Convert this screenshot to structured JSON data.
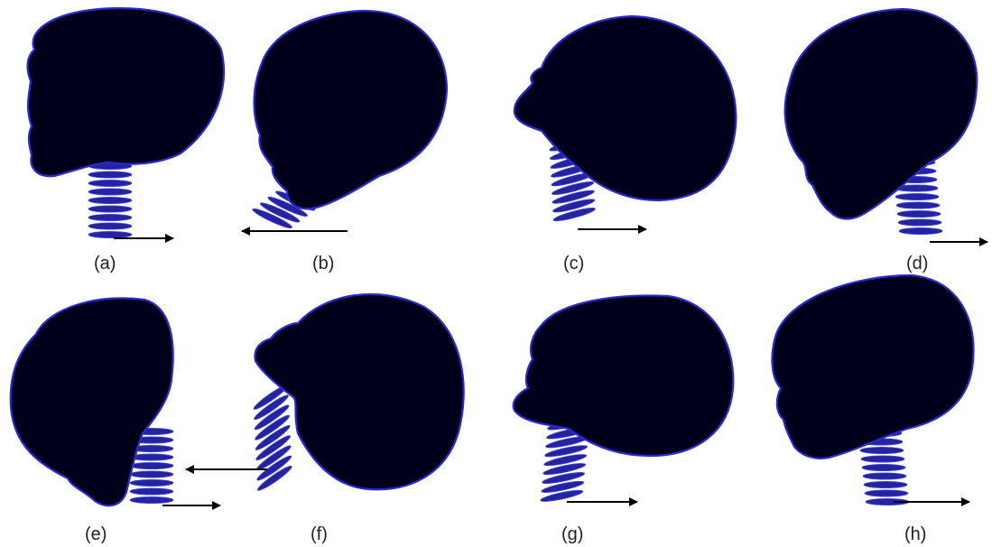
{
  "figure": {
    "panel_labels": [
      "(a)",
      "(b)",
      "(c)",
      "(d)",
      "(e)",
      "(f)",
      "(g)",
      "(h)"
    ],
    "head_color": "#00001a",
    "outline_color": "#2a2ad0",
    "neck_color": "#24249e",
    "arrow_color": "#000000",
    "panels": [
      {
        "label": "(a)",
        "arrow_direction": "right",
        "head_facing": "left"
      },
      {
        "label": "(b)",
        "arrow_direction": "left",
        "head_facing": "left"
      },
      {
        "label": "(c)",
        "arrow_direction": "right",
        "head_facing": "left"
      },
      {
        "label": "(d)",
        "arrow_direction": "right",
        "head_facing": "left"
      },
      {
        "label": "(e)",
        "arrow_direction": "right",
        "head_facing": "down"
      },
      {
        "label": "(f)",
        "arrow_direction": "left",
        "head_facing": "up"
      },
      {
        "label": "(g)",
        "arrow_direction": "right",
        "head_facing": "left"
      },
      {
        "label": "(h)",
        "arrow_direction": "right",
        "head_facing": "left"
      }
    ]
  }
}
